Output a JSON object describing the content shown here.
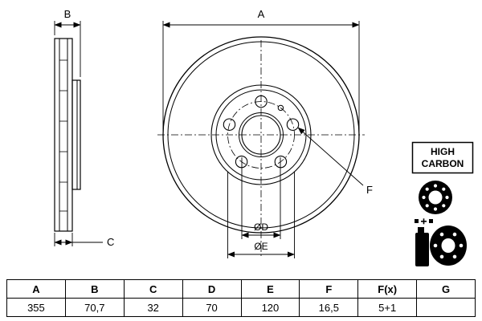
{
  "drawing": {
    "dims": {
      "a": "A",
      "b": "B",
      "c": "C",
      "f": "F",
      "d": "ØD",
      "e": "ØE"
    },
    "badge": {
      "line1": "HIGH",
      "line2": "CARBON"
    }
  },
  "table": {
    "headers": [
      "A",
      "B",
      "C",
      "D",
      "E",
      "F",
      "F(x)",
      "G"
    ],
    "values": [
      "355",
      "70,7",
      "32",
      "70",
      "120",
      "16,5",
      "5+1",
      ""
    ]
  }
}
